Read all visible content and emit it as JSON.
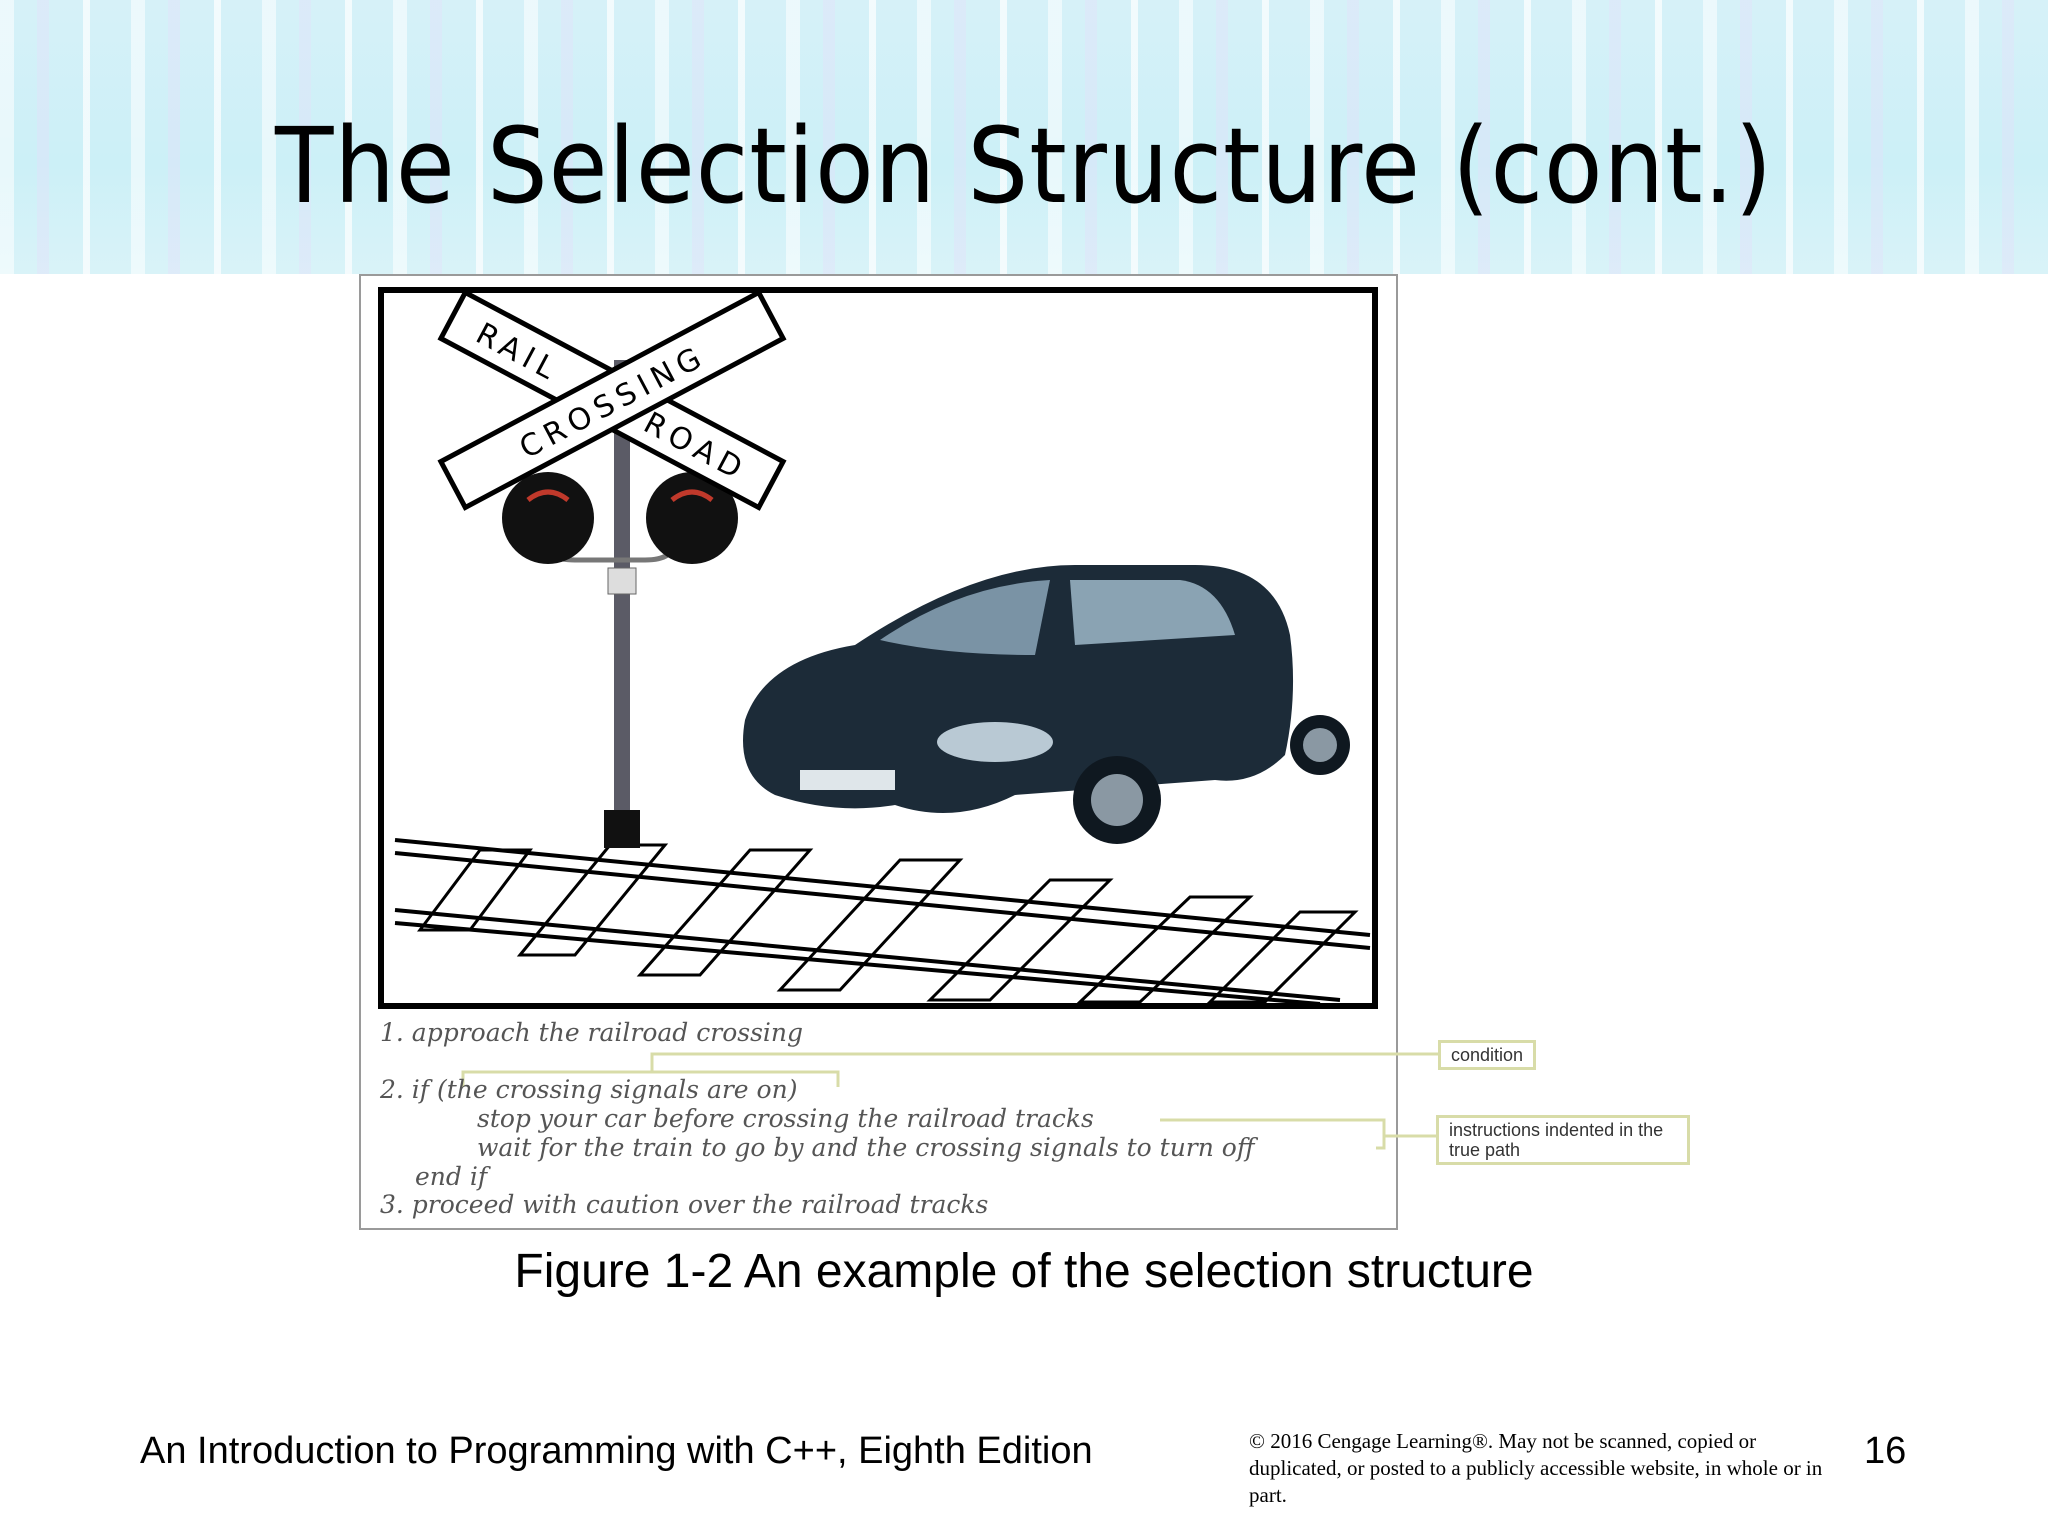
{
  "slide": {
    "title": "The Selection Structure (cont.)",
    "caption": "Figure 1-2 An example of the selection structure",
    "footer_title": "An Introduction to Programming with C++, Eighth Edition",
    "copyright": "© 2016 Cengage Learning®. May not be scanned, copied or duplicated, or posted to a publicly accessible website, in whole or in part.",
    "page_number": "16"
  },
  "figure": {
    "sign": {
      "rail": "RAIL",
      "road": "ROAD",
      "crossing": "CROSSING"
    },
    "steps": [
      "1. approach the railroad crossing",
      "2. if (the crossing signals are on)",
      "stop your car before crossing the railroad tracks",
      "wait for the train to go by and the crossing signals to turn off",
      "end if",
      "3. proceed with caution over the railroad tracks"
    ],
    "annotations": {
      "condition": "condition",
      "true_path": "instructions indented in the true path"
    },
    "annotation_color": "#d8dca8"
  }
}
